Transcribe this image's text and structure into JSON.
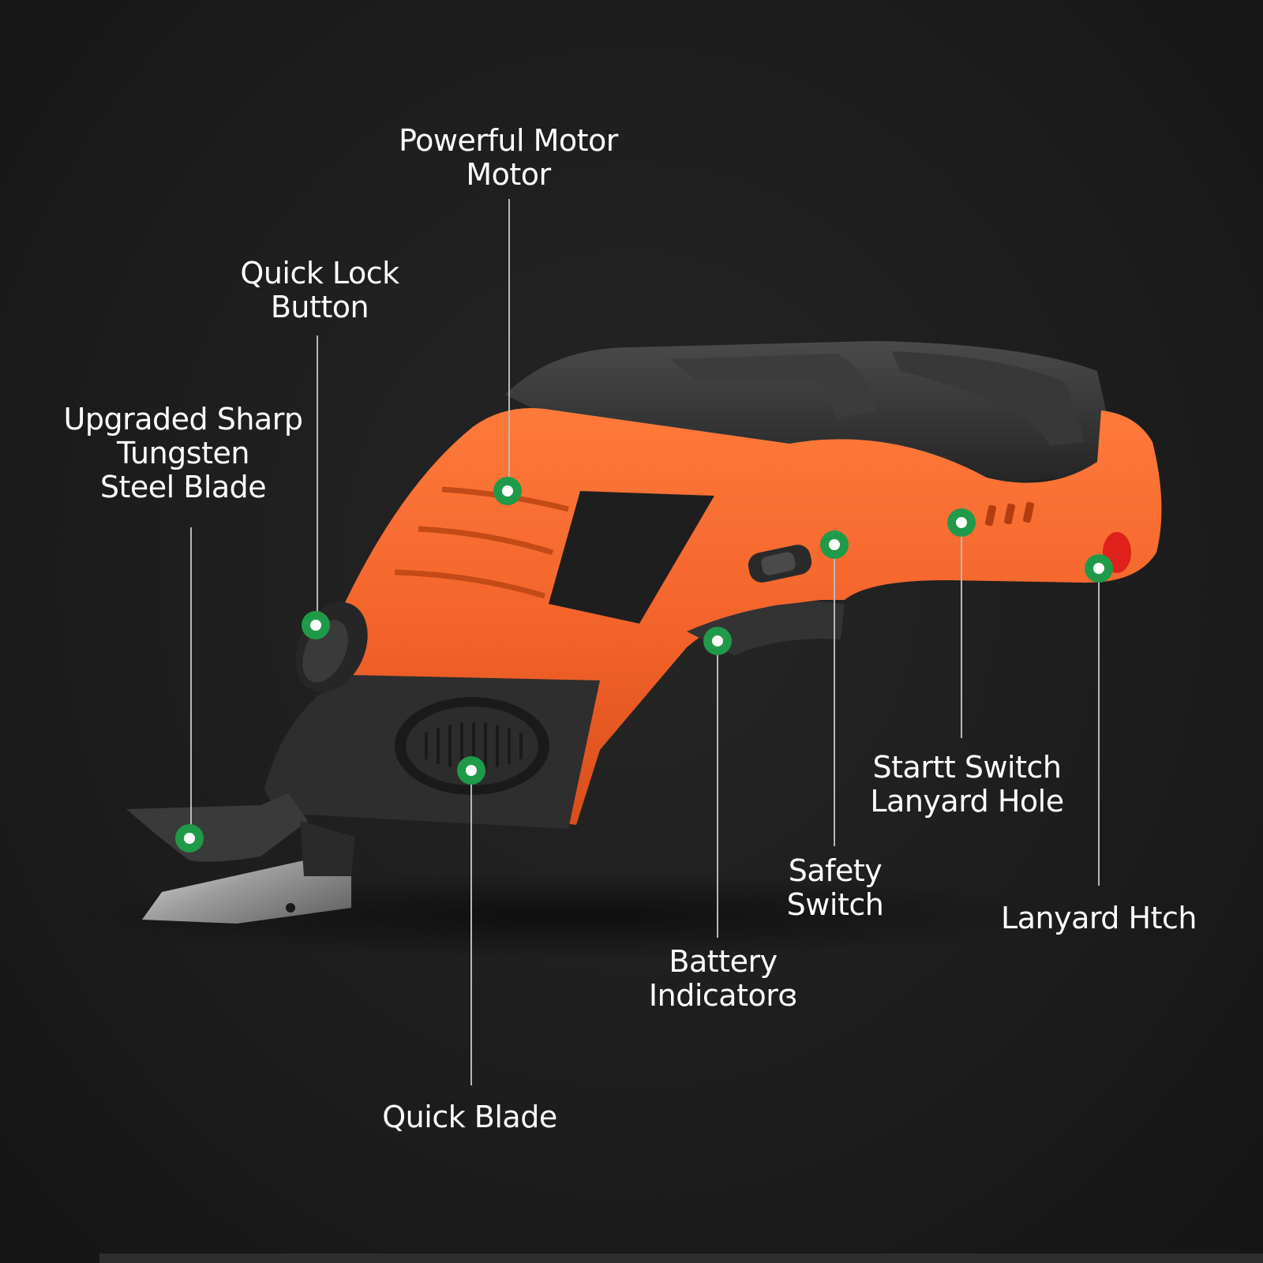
{
  "callouts": {
    "powerful_motor": {
      "lines": [
        "Powerful Motor",
        "Motor"
      ]
    },
    "quick_lock_button": {
      "lines": [
        "Quick Lock",
        "Button"
      ]
    },
    "upgraded_blade": {
      "lines": [
        "Upgraded Sharp",
        "Tungsten",
        "Steel Blade"
      ]
    },
    "start_switch": {
      "lines": [
        "Startt Switch",
        "Lanyard Hole"
      ]
    },
    "safety_switch": {
      "lines": [
        "Safety",
        "Switch"
      ]
    },
    "lanyard_hitch": {
      "lines": [
        "Lanyard Htch"
      ]
    },
    "battery_indicator": {
      "lines": [
        "Battery",
        "Indicatorɞ"
      ]
    },
    "quick_blade": {
      "lines": [
        "Quick Blade"
      ]
    }
  },
  "colors": {
    "background": "#1c1c1c",
    "body_orange": "#f2622a",
    "grip_dark": "#2c2c2c",
    "marker_green": "#1f9a48",
    "marker_center": "#ffffff",
    "leader_line": "#b8b8b8",
    "label_text": "#ffffff"
  }
}
